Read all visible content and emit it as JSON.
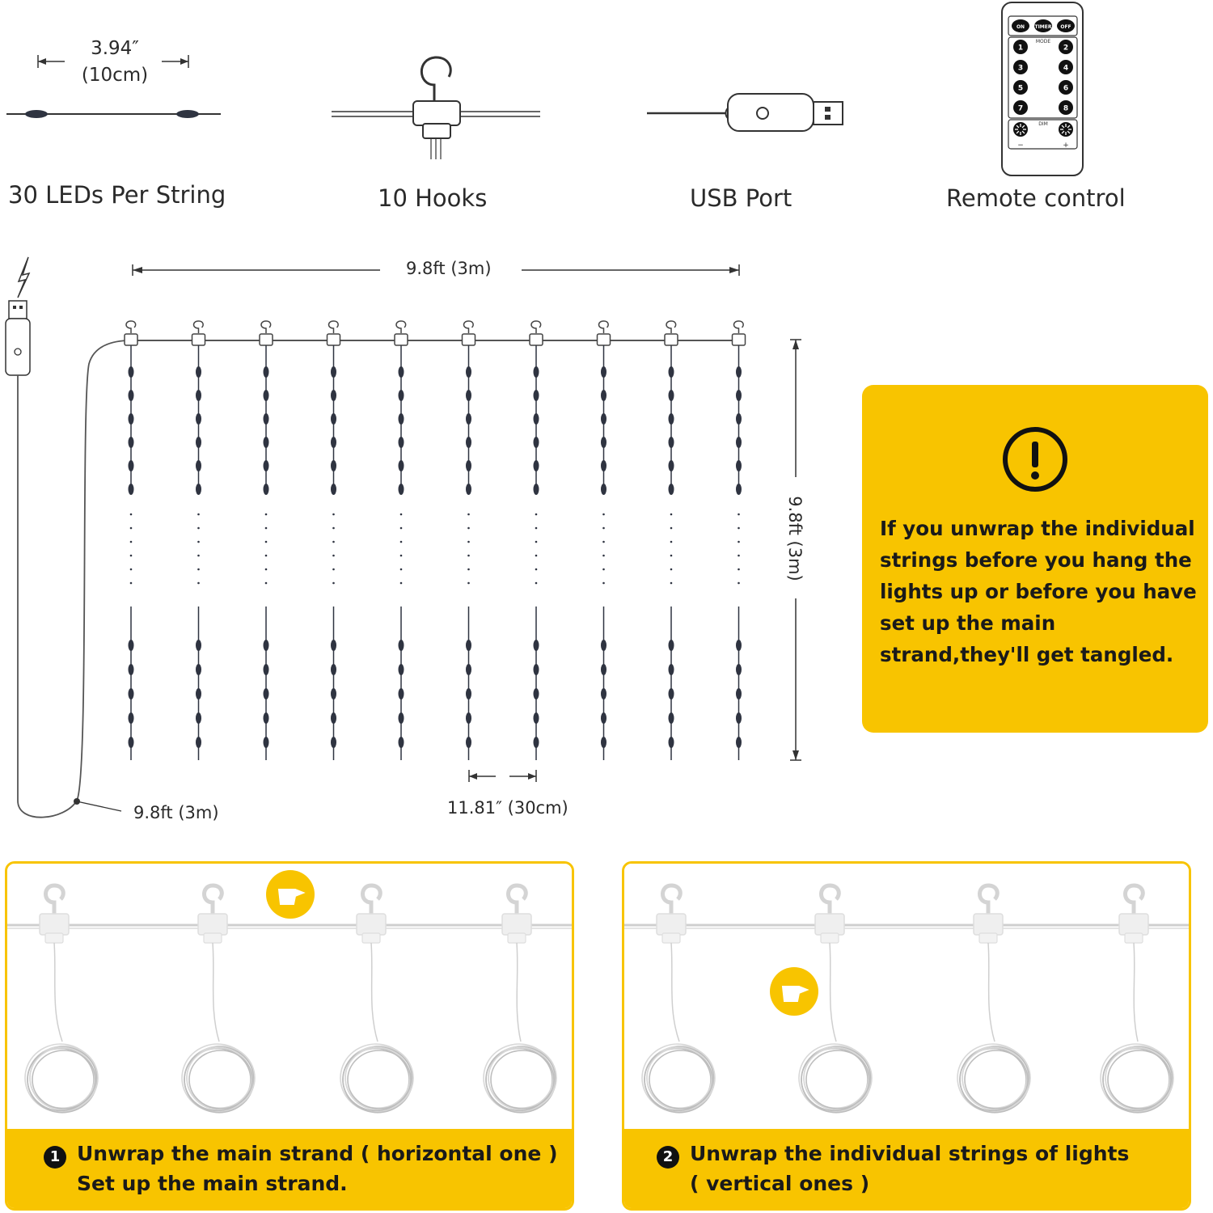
{
  "features": {
    "led_label": "30 LEDs Per String",
    "led_spacing_in": "3.94″",
    "led_spacing_cm": "(10cm)",
    "hooks_label": "10 Hooks",
    "usb_label": "USB Port",
    "remote_label": "Remote control"
  },
  "remote": {
    "top_buttons": [
      "ON",
      "TIMER",
      "OFF"
    ],
    "mode_label": "MODE",
    "number_buttons": [
      "1",
      "2",
      "3",
      "4",
      "5",
      "6",
      "7",
      "8"
    ],
    "dim_label": "DIM",
    "minus": "−",
    "plus": "+"
  },
  "diagram": {
    "width_label": "9.8ft (3m)",
    "height_label": "9.8ft (3m)",
    "cable_label": "9.8ft (3m)",
    "spacing_label": "11.81″ (30cm)",
    "string_count": 10
  },
  "notice": {
    "icon": "exclamation-circle-icon",
    "text": "If you unwrap the individual strings before you hang the lights up or before you have set up the main strand,they'll get tangled."
  },
  "steps": [
    {
      "number": "1",
      "line1": "Unwrap the main strand ( horizontal one )",
      "line2": "Set up the main strand.",
      "icon": "pointing-hand-icon"
    },
    {
      "number": "2",
      "line1": "Unwrap the individual strings of lights",
      "line2": "( vertical ones )",
      "icon": "pointing-hand-icon"
    }
  ],
  "colors": {
    "accent": "#f8c400",
    "ink": "#2a2a2a"
  }
}
